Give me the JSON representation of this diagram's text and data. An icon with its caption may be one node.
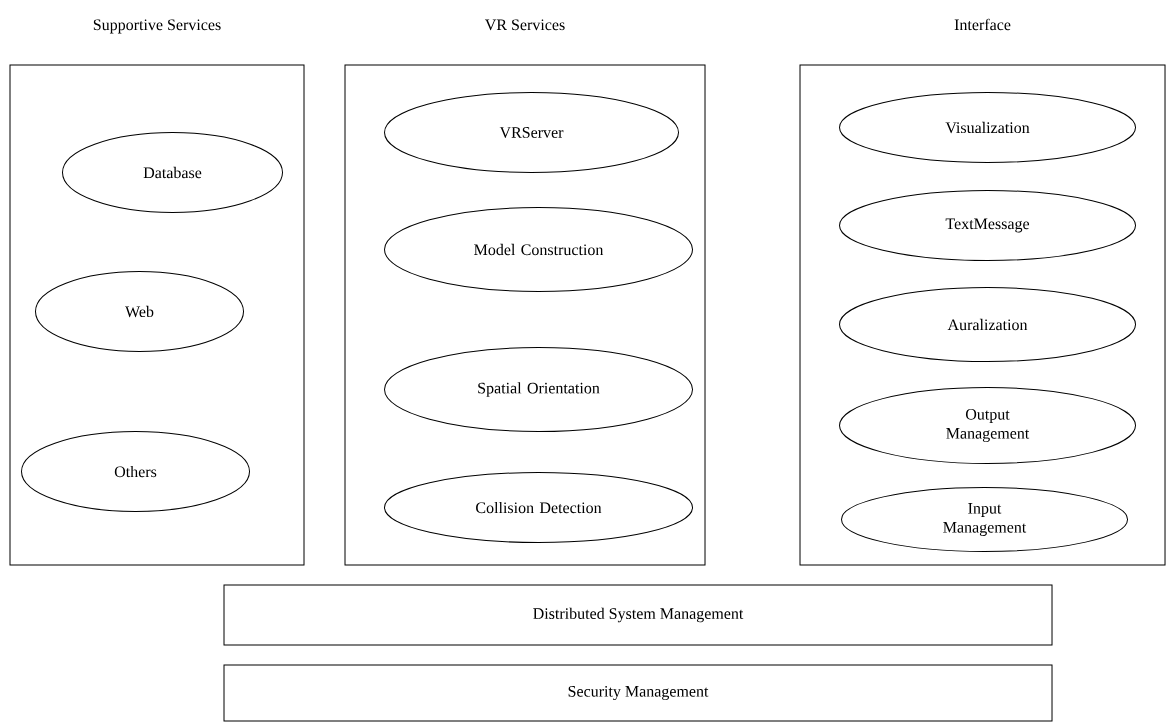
{
  "diagram": {
    "nodes": [
      {
        "text": [
          "Supportive Services"
        ]
      },
      {
        "text": [
          "Database"
        ],
        "in": 0
      },
      {
        "text": [
          "Web"
        ],
        "in": 0
      },
      {
        "text": [
          "Others"
        ],
        "in": 0
      },
      {
        "text": [
          "VR Services"
        ]
      },
      {
        "text": [
          "VRServer"
        ],
        "in": 4
      },
      {
        "text": [
          "Model Construction"
        ],
        "in": 4
      },
      {
        "text": [
          "Spatial Orientation"
        ],
        "in": 4
      },
      {
        "text": [
          "Collision Detection"
        ],
        "in": 4
      },
      {
        "text": [
          "Interface"
        ]
      },
      {
        "text": [
          "Visualization"
        ],
        "in": 9
      },
      {
        "text": [
          "TextMessage"
        ],
        "in": 9
      },
      {
        "text": [
          "Auralization"
        ],
        "in": 9
      },
      {
        "text": [
          "Output Management"
        ],
        "in": 9
      },
      {
        "text": [
          "Input Management"
        ],
        "in": 9
      },
      {
        "text": [
          "Distributed System Management"
        ]
      },
      {
        "text": [
          "Security Management"
        ]
      }
    ]
  }
}
